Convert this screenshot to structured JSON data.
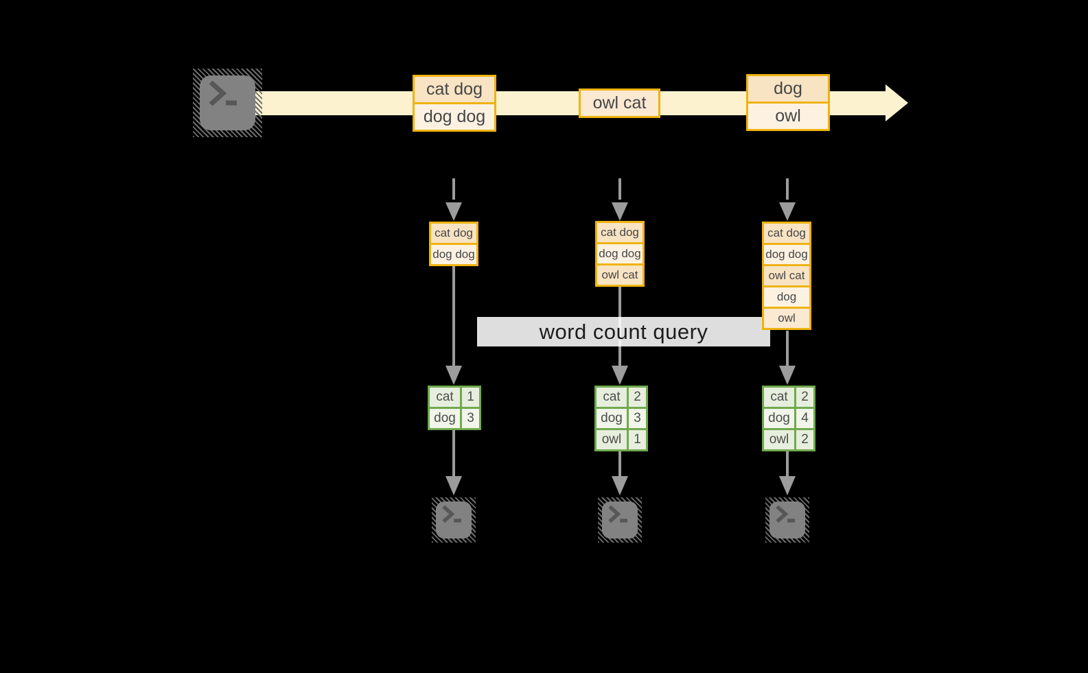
{
  "banner": {
    "label": "word count query"
  },
  "stream": {
    "batch1": {
      "records": [
        "cat dog",
        "dog dog"
      ]
    },
    "batch2": {
      "records": [
        "owl cat"
      ]
    },
    "batch3": {
      "records": [
        "dog",
        "owl"
      ]
    }
  },
  "columns": [
    {
      "input_records": [
        "cat dog",
        "dog dog"
      ],
      "counts": [
        {
          "word": "cat",
          "count": "1"
        },
        {
          "word": "dog",
          "count": "3"
        }
      ]
    },
    {
      "input_records": [
        "cat dog",
        "dog dog",
        "owl cat"
      ],
      "counts": [
        {
          "word": "cat",
          "count": "2"
        },
        {
          "word": "dog",
          "count": "3"
        },
        {
          "word": "owl",
          "count": "1"
        }
      ]
    },
    {
      "input_records": [
        "cat dog",
        "dog dog",
        "owl cat",
        "dog",
        "owl"
      ],
      "counts": [
        {
          "word": "cat",
          "count": "2"
        },
        {
          "word": "dog",
          "count": "4"
        },
        {
          "word": "owl",
          "count": "2"
        }
      ]
    }
  ],
  "colors": {
    "background": "#000000",
    "gold_border": "#efb310",
    "peach_fill": "#f8e3c3",
    "cream_fill": "#fdf2e2",
    "owl_cat_fill": "#fbe9d2",
    "stream_band": "#fcf2d0",
    "green_border": "#70a94d",
    "green_cell_dark": "#e6eedd",
    "green_cell_light": "#f1f5ea",
    "arrow_gray": "#9c9c9c",
    "terminal_gray": "#828282",
    "banner_bg": "#ffffff",
    "banner_text": "#1d1d1d"
  },
  "icons": {
    "source": "terminal-icon",
    "sinks": [
      "terminal-icon",
      "terminal-icon",
      "terminal-icon"
    ]
  }
}
